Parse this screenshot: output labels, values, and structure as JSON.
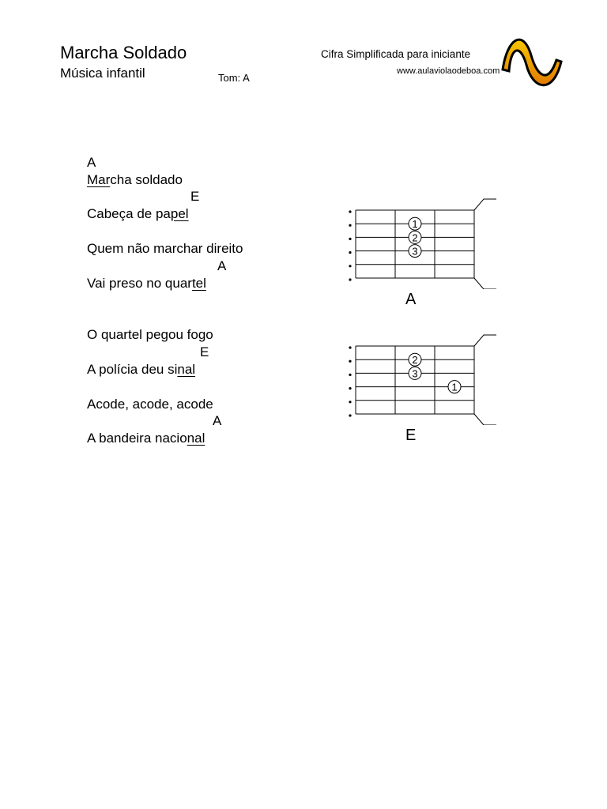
{
  "header": {
    "title": "Marcha Soldado",
    "subtitle": "Música infantil",
    "key_label": "Tom: A",
    "tagline": "Cifra Simplificada para iniciante",
    "website": "www.aulaviolaodeboa.com"
  },
  "logo": {
    "colors": {
      "outline": "#000000",
      "fill_top": "#f7c600",
      "fill_bottom": "#e27a00"
    }
  },
  "verses": [
    {
      "lines": [
        {
          "chord": "A",
          "before": "",
          "under": "Mar",
          "after": "cha soldado"
        },
        {
          "chord": "E",
          "before": "Cabeça de pa",
          "under": "pel",
          "after": ""
        },
        {
          "chord": "",
          "before": "Quem não marchar direito",
          "under": "",
          "after": ""
        },
        {
          "chord": "A",
          "before": "Vai preso no quar",
          "under": "tel",
          "after": ""
        }
      ]
    },
    {
      "lines": [
        {
          "chord": "",
          "before": "O quartel pegou fogo",
          "under": "",
          "after": ""
        },
        {
          "chord": "E",
          "before": "A polícia deu si",
          "under": "nal",
          "after": ""
        },
        {
          "chord": "",
          "before": "Acode, acode, acode",
          "under": "",
          "after": ""
        },
        {
          "chord": "A",
          "before": "A bandeira nacio",
          "under": "nal",
          "after": ""
        }
      ]
    }
  ],
  "chord_diagrams": [
    {
      "name": "A",
      "fingers": [
        {
          "finger": "1",
          "string": 2,
          "fret": 2
        },
        {
          "finger": "2",
          "string": 3,
          "fret": 2
        },
        {
          "finger": "3",
          "string": 4,
          "fret": 2
        }
      ]
    },
    {
      "name": "E",
      "fingers": [
        {
          "finger": "2",
          "string": 2,
          "fret": 2
        },
        {
          "finger": "3",
          "string": 3,
          "fret": 2
        },
        {
          "finger": "1",
          "string": 4,
          "fret": 3
        }
      ]
    }
  ]
}
